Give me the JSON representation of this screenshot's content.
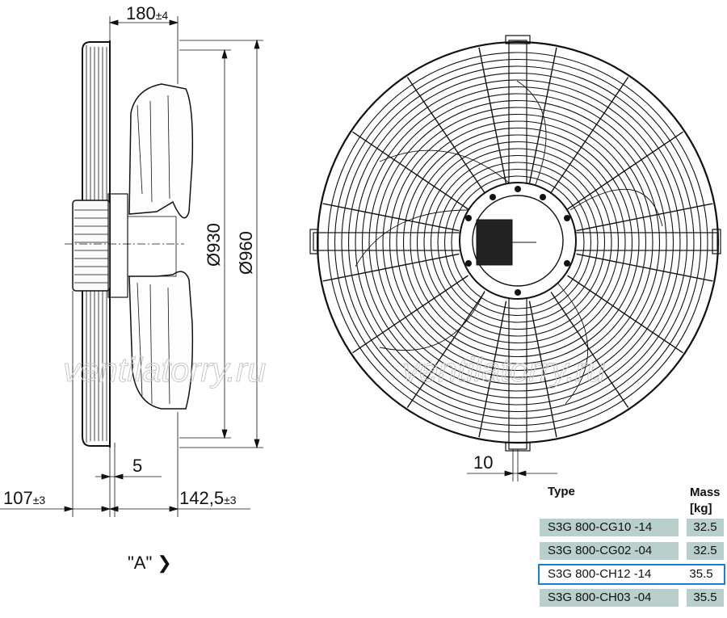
{
  "dimensions": {
    "depth": "180",
    "depth_tol": "±4",
    "diam_inner": "Ø930",
    "diam_outer": "Ø960",
    "gap": "5",
    "rear": "107",
    "rear_tol": "±3",
    "front": "142,5",
    "front_tol": "±3",
    "guard_offset": "10"
  },
  "view_label": "\"A\" ❯",
  "watermark": [
    "ventilatorry.ru",
    "ventilatorry.ru"
  ],
  "table": {
    "header_type": "Type",
    "header_mass": "Mass",
    "header_mass_unit": "[kg]",
    "rows": [
      {
        "type": "S3G 800-CG10 -14",
        "mass": "32.5"
      },
      {
        "type": "S3G 800-CG02 -04",
        "mass": "32.5"
      },
      {
        "type": "S3G 800-CH12 -14",
        "mass": "35.5",
        "selected": true
      },
      {
        "type": "S3G 800-CH03 -04",
        "mass": "35.5"
      }
    ]
  },
  "colors": {
    "line": "#111111",
    "table_fill": "#b9cfcc",
    "selection": "#1a7fd1"
  }
}
